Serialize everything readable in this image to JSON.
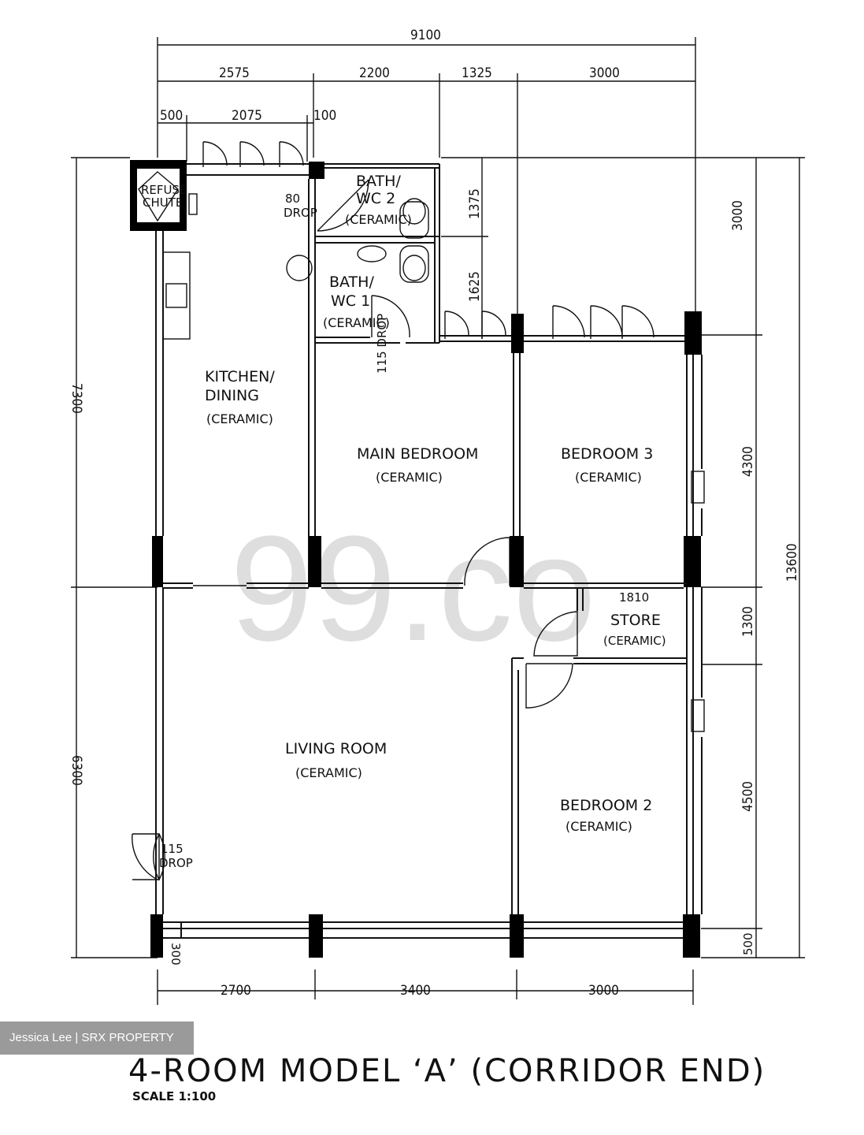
{
  "plan": {
    "title": "4-ROOM MODEL ‘A’ (CORRIDOR END)",
    "scale": "SCALE 1:100",
    "watermark": "99.co",
    "credit": "Jessica Lee | SRX PROPERTY"
  },
  "dimensions": {
    "top_total": "9100",
    "top_1": "2575",
    "top_2": "2200",
    "top_3": "1325",
    "top_4": "3000",
    "top_sub_1": "500",
    "top_sub_2": "2075",
    "top_sub_3": "100",
    "left_upper": "7300",
    "left_lower": "6300",
    "left_small": "300",
    "right_1": "3000",
    "right_2": "4300",
    "right_3": "1300",
    "right_4": "4500",
    "right_5": "500",
    "right_total": "13600",
    "inner_1375": "1375",
    "inner_1625": "1625",
    "store_width": "1810",
    "bottom_1": "2700",
    "bottom_2": "3400",
    "bottom_3": "3000"
  },
  "rooms": {
    "refuse_1": "REFUSE",
    "refuse_2": "CHUTE",
    "bath2_1": "BATH/",
    "bath2_2": "WC 2",
    "bath2_fin": "(CERAMIC)",
    "bath1_1": "BATH/",
    "bath1_2": "WC 1",
    "bath1_fin": "(CERAMIC)",
    "kitchen_1": "KITCHEN/",
    "kitchen_2": "DINING",
    "kitchen_fin": "(CERAMIC)",
    "main_bed": "MAIN BEDROOM",
    "main_bed_fin": "(CERAMIC)",
    "bed3": "BEDROOM 3",
    "bed3_fin": "(CERAMIC)",
    "store": "STORE",
    "store_fin": "(CERAMIC)",
    "living": "LIVING ROOM",
    "living_fin": "(CERAMIC)",
    "bed2": "BEDROOM 2",
    "bed2_fin": "(CERAMIC)"
  },
  "drops": {
    "kitchen_drop_1": "80",
    "kitchen_drop_2": "DROP",
    "bath_drop": "115 DROP",
    "entry_drop_1": "115",
    "entry_drop_2": "DROP"
  }
}
